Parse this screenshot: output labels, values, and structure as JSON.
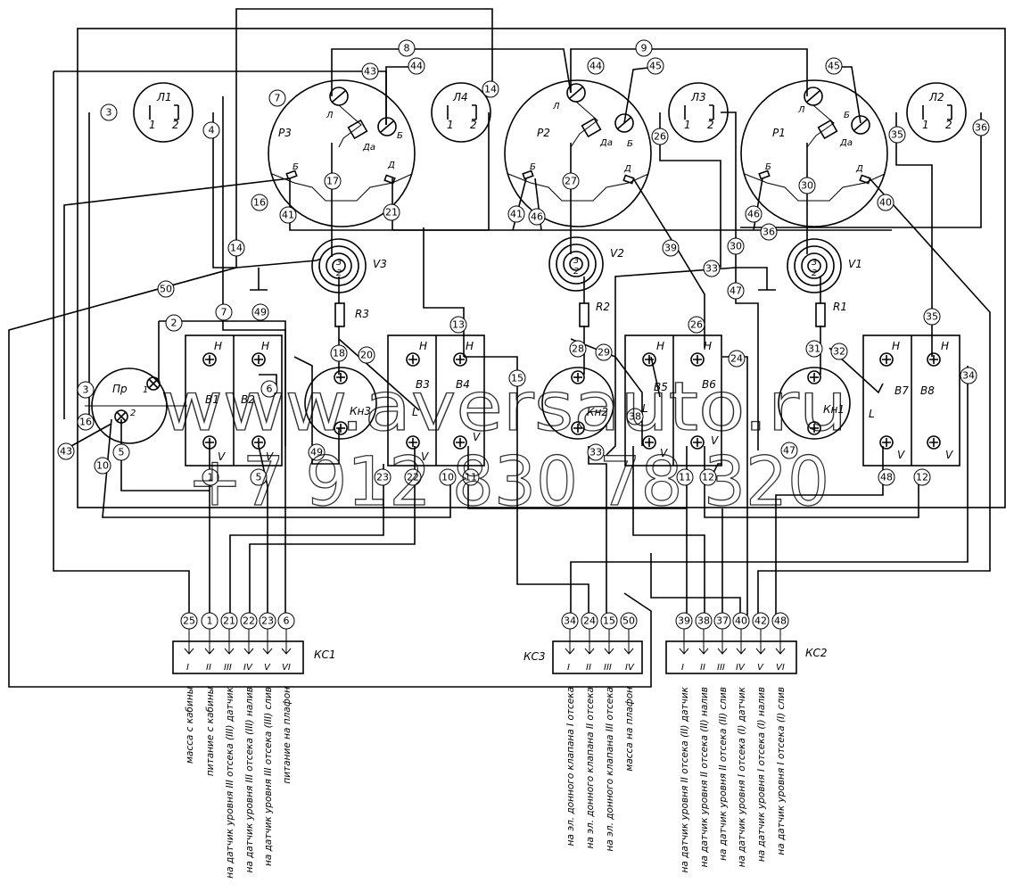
{
  "watermark": {
    "site": "www.aversauto.ru",
    "phone": "+7 912 830 78 320"
  },
  "relays": [
    {
      "id": "P3",
      "name": "Р3",
      "terms": {
        "l": "Л",
        "b": "Б",
        "da": "Да",
        "b2": "Б",
        "d": "Д"
      }
    },
    {
      "id": "P2",
      "name": "Р2",
      "terms": {
        "l": "Л",
        "b": "Б",
        "da": "Да",
        "b2": "Б",
        "d": "Д"
      }
    },
    {
      "id": "P1",
      "name": "Р1",
      "terms": {
        "l": "Л",
        "b": "Б",
        "da": "Да",
        "b2": "Б",
        "d": "Д"
      }
    }
  ],
  "lamps": [
    {
      "id": "L1",
      "name": "Л1",
      "p1": "1",
      "p2": "2"
    },
    {
      "id": "L4",
      "name": "Л4",
      "p1": "1",
      "p2": "2"
    },
    {
      "id": "L3",
      "name": "Л3",
      "p1": "1",
      "p2": "2"
    },
    {
      "id": "L2",
      "name": "Л2",
      "p1": "1",
      "p2": "2"
    }
  ],
  "coils": [
    {
      "id": "V3",
      "name": "V3",
      "p3": "3",
      "p2": "2"
    },
    {
      "id": "V2",
      "name": "V2",
      "p3": "3",
      "p2": "2"
    },
    {
      "id": "V1",
      "name": "V1",
      "p3": "3",
      "p2": "2"
    }
  ],
  "resistors": [
    {
      "name": "R3"
    },
    {
      "name": "R2"
    },
    {
      "name": "R1"
    }
  ],
  "buttons": [
    {
      "name": "Кн3"
    },
    {
      "name": "Кн2"
    },
    {
      "name": "Кн1"
    }
  ],
  "switch_fuse": {
    "name": "Пр",
    "p1": "1",
    "p2": "2"
  },
  "switch_blocks": [
    {
      "cells": [
        {
          "name": "В1",
          "h": "Н",
          "v": "V",
          "l": ""
        },
        {
          "name": "В2",
          "h": "Н",
          "v": "V",
          "l": ""
        }
      ]
    },
    {
      "cells": [
        {
          "name": "В3",
          "h": "Н",
          "v": "V",
          "l": "L"
        },
        {
          "name": "В4",
          "h": "Н",
          "v": "V",
          "l": ""
        }
      ]
    },
    {
      "cells": [
        {
          "name": "В5",
          "h": "Н",
          "v": "V",
          "l": "L"
        },
        {
          "name": "В6",
          "h": "Н",
          "v": "V",
          "l": ""
        }
      ]
    },
    {
      "cells": [
        {
          "name": "В7",
          "h": "Н",
          "v": "V",
          "l": "L"
        },
        {
          "name": "В8",
          "h": "Н",
          "v": "V",
          "l": ""
        }
      ]
    }
  ],
  "wire_numbers": {
    "n8": "8",
    "n9": "9",
    "n43": "43",
    "n44a": "44",
    "n44b": "44",
    "n45a": "45",
    "n45b": "45",
    "n7a": "7",
    "n3a": "3",
    "n4": "4",
    "n14a": "14",
    "n26a": "26",
    "n35a": "35",
    "n36a": "36",
    "n17": "17",
    "n27": "27",
    "n30a": "30",
    "n16a": "16",
    "n41a": "41",
    "n21a": "21",
    "n41b": "41",
    "n46a": "46",
    "n39a": "39",
    "n46b": "46",
    "n40a": "40",
    "n14b": "14",
    "n30b": "30",
    "n36b": "36",
    "n33a": "33",
    "n47a": "47",
    "n50a": "50",
    "n7b": "7",
    "n49a": "49",
    "n2": "2",
    "n18": "18",
    "n20": "20",
    "n13": "13",
    "n28": "28",
    "n29": "29",
    "n26b": "26",
    "n24a": "24",
    "n31": "31",
    "n32": "32",
    "n35b": "35",
    "n15a": "15",
    "n34a": "34",
    "n3b": "3",
    "n6": "6",
    "n16b": "16",
    "n43b": "43",
    "n5a": "5",
    "n10a": "10",
    "n49b": "49",
    "n1a": "1",
    "n5b": "5",
    "n23a": "23",
    "n22a": "22",
    "n10b": "10",
    "n11a": "11",
    "n38a": "38",
    "n33b": "33",
    "n11b": "11",
    "n12a": "12",
    "n47b": "47",
    "n48a": "48",
    "n12b": "12"
  },
  "connectors": [
    {
      "id": "KC1",
      "name": "КС1",
      "wires": [
        "25",
        "1",
        "21",
        "22",
        "23",
        "6"
      ],
      "pins": [
        "I",
        "II",
        "III",
        "IV",
        "V",
        "VI"
      ],
      "labels": [
        "масса с кабины",
        "питание с кабины",
        "на датчик уровня III отсека (III) датчик",
        "на датчик уровня III отсека (III) налив",
        "на датчик уровня III отсека (III) слив",
        "питание на плафон"
      ]
    },
    {
      "id": "KC3",
      "name": "КС3",
      "wires": [
        "34",
        "24",
        "15",
        "50"
      ],
      "pins": [
        "I",
        "II",
        "III",
        "IV"
      ],
      "labels": [
        "на эл. донного клапана I отсека",
        "на эл. донного клапана II отсека",
        "на эл. донного клапана III отсека",
        "масса на плафон"
      ]
    },
    {
      "id": "KC2",
      "name": "КС2",
      "wires": [
        "39",
        "38",
        "37",
        "40",
        "42",
        "48"
      ],
      "pins": [
        "I",
        "II",
        "III",
        "IV",
        "V",
        "VI"
      ],
      "labels": [
        "на датчик уровня II отсека (II) датчик",
        "на датчик уровня II отсека (II) налив",
        "на датчик уровня II отсека (II) слив",
        "на датчик уровня I отсека (I) датчик",
        "на датчик уровня I отсека (I) налив",
        "на датчик уровня I отсека (I) слив"
      ]
    }
  ]
}
